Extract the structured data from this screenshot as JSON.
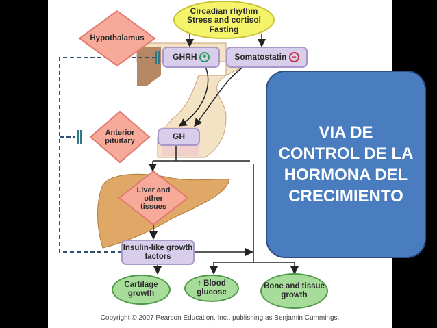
{
  "inputs": {
    "line1": "Circadian rhythm",
    "line2": "Stress and cortisol",
    "line3": "Fasting"
  },
  "hypothalamus": "Hypothalamus",
  "ghrh": "GHRH",
  "somatostatin": "Somatostatin",
  "anterior_pituitary": "Anterior pituitary",
  "gh": "GH",
  "liver": "Liver and other tissues",
  "igf": "Insulin-like growth factors",
  "outcomes": {
    "cartilage": "Cartilage growth",
    "glucose": "↑ Blood glucose",
    "bone": "Bone and tissue growth"
  },
  "title_box": "VIA DE CONTROL DE LA HORMONA DEL CRECIMIENTO",
  "copyright": "Copyright © 2007 Pearson Education, Inc., publishing as Benjamin Cummings.",
  "colors": {
    "blue": "#4a7cc0",
    "pink": "#f7a99a",
    "green": "#a7dc9a",
    "purple": "#d8cdea",
    "yellow": "#f4f36a"
  }
}
